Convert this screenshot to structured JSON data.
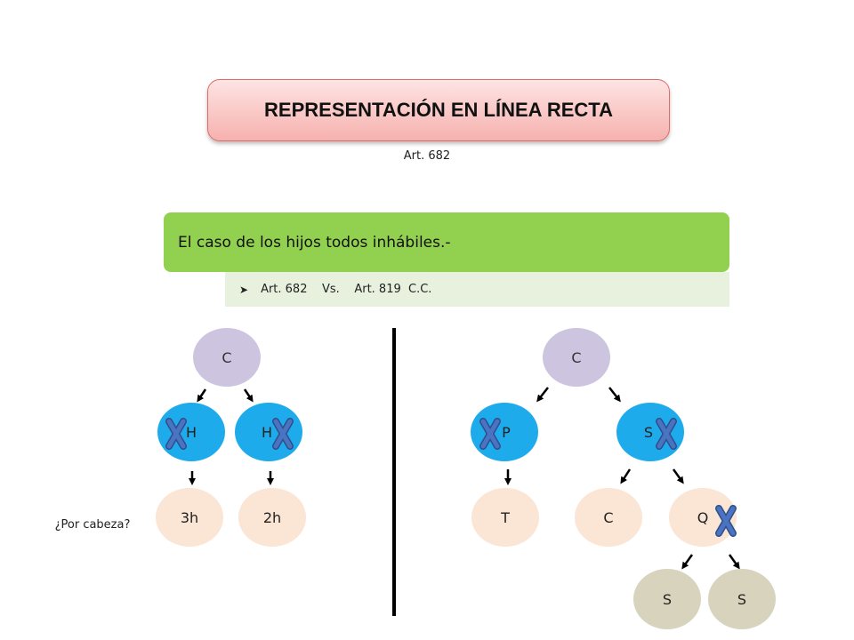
{
  "title": "REPRESENTACIÓN EN LÍNEA RECTA",
  "subtitle": "Art. 682",
  "case_heading": "El caso de los hijos todos inhábiles.-",
  "case_bullet": "Art. 682    Vs.    Art. 819  C.C.",
  "question": "¿Por cabeza?",
  "colors": {
    "root": "#cdc5df",
    "child": "#1eabec",
    "descendant": "#fbe5d5",
    "great_grandchild": "#d8d3bd",
    "cross": "#4a74c2"
  },
  "left_tree": {
    "root": "C",
    "children": [
      "H",
      "H"
    ],
    "descendants": [
      "3h",
      "2h"
    ]
  },
  "right_tree": {
    "root": "C",
    "children": [
      "P",
      "S"
    ],
    "descendants": [
      "T",
      "C",
      "Q"
    ],
    "great_grandchildren": [
      "S",
      "S"
    ]
  }
}
